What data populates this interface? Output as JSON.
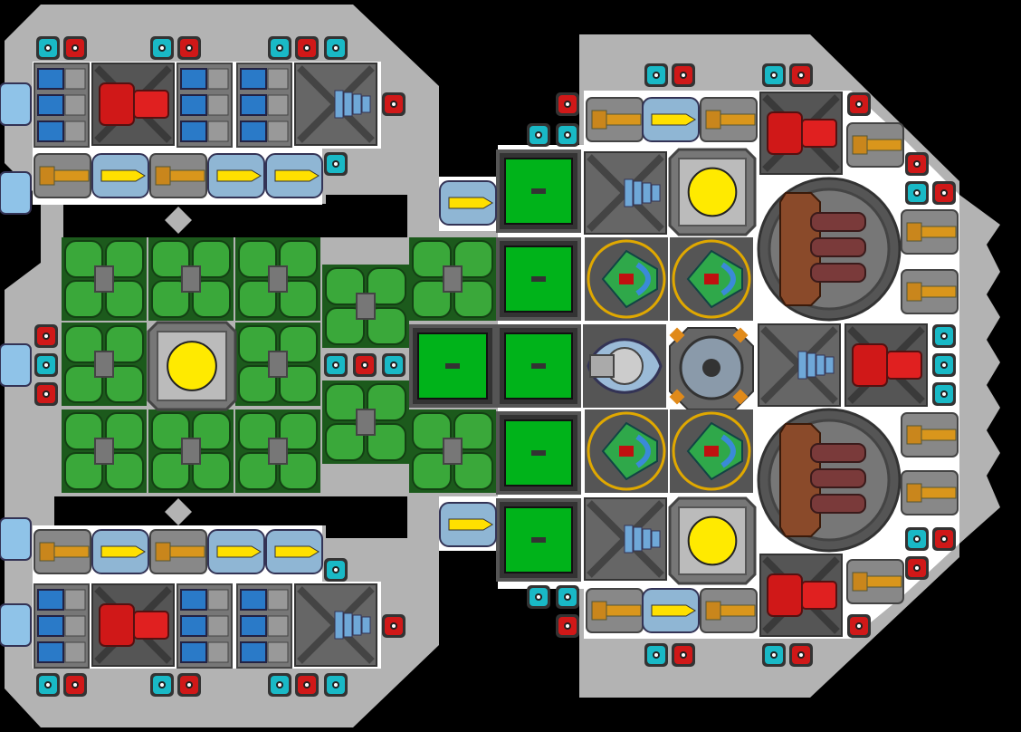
{
  "scene": {
    "type": "ship-blueprint",
    "colors": {
      "background": "#000000",
      "hull": "#b3b3b3",
      "deck": "#ffffff",
      "cyan": "#19b9c6",
      "red": "#d01818",
      "storage": "#00b31a",
      "tank": "#3aa83a",
      "reactor": "#ffea00",
      "armor": "#8a8a8a"
    }
  },
  "legend": {
    "cyan_port": "cyan-port",
    "red_port": "red-port",
    "storage": "storage-block",
    "tank": "fuel-tank",
    "reactor": "reactor-core",
    "engine": "thruster",
    "turret": "turret",
    "cannon": "heavy-cannon",
    "drone_bay": "drone-bay",
    "cockpit": "cockpit"
  }
}
